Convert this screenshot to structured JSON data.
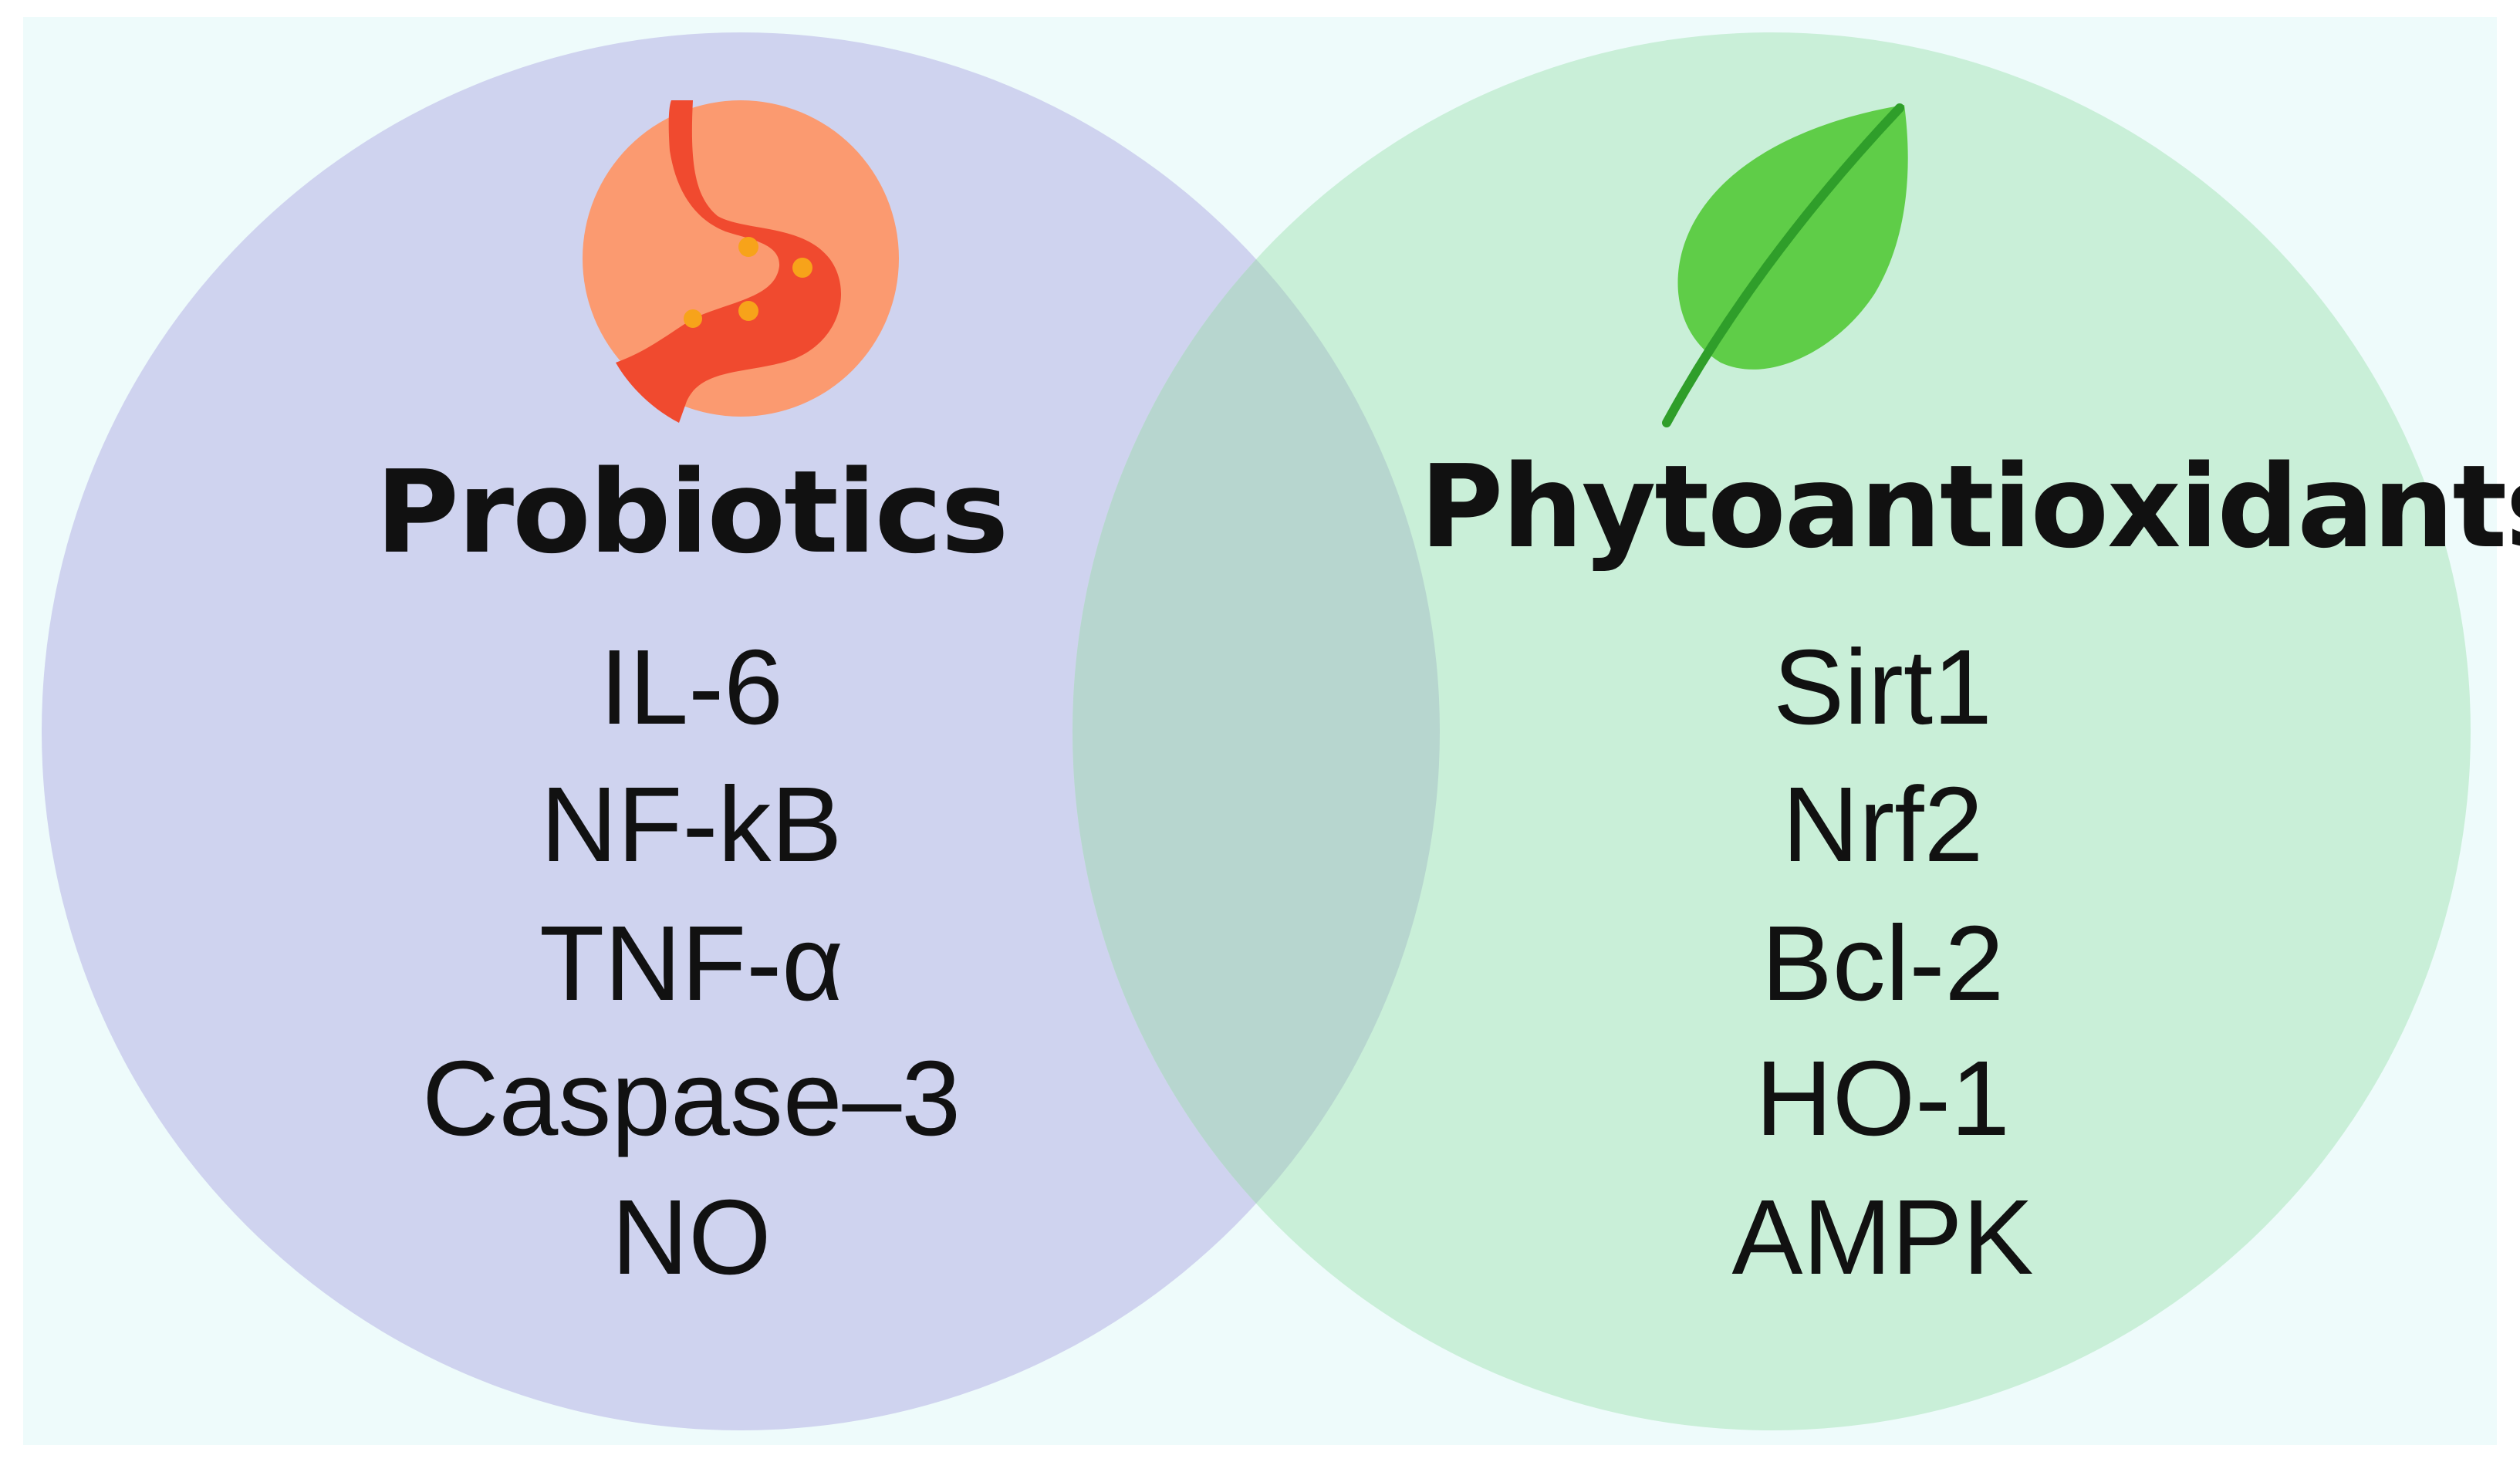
{
  "colors": {
    "background": "#eefbfb",
    "left_circle": "#cfd3ef",
    "right_circle": "#c9efd8",
    "overlap": "#b7d6cf",
    "stomach_bg": "#fb9a70",
    "stomach": "#f04a2f",
    "stomach_dots": "#f7a31a",
    "leaf": "#5fcd48",
    "leaf_vein": "#2f9e2a"
  },
  "left": {
    "icon": "stomach-icon",
    "title": "Probiotics",
    "items": [
      "IL-6",
      "NF-kB",
      "TNF-α",
      "Caspase–3",
      "NO"
    ]
  },
  "right": {
    "icon": "leaf-icon",
    "title": "Phytoantioxidants",
    "items": [
      "Sirt1",
      "Nrf2",
      "Bcl-2",
      "HO-1",
      "AMPK"
    ]
  }
}
